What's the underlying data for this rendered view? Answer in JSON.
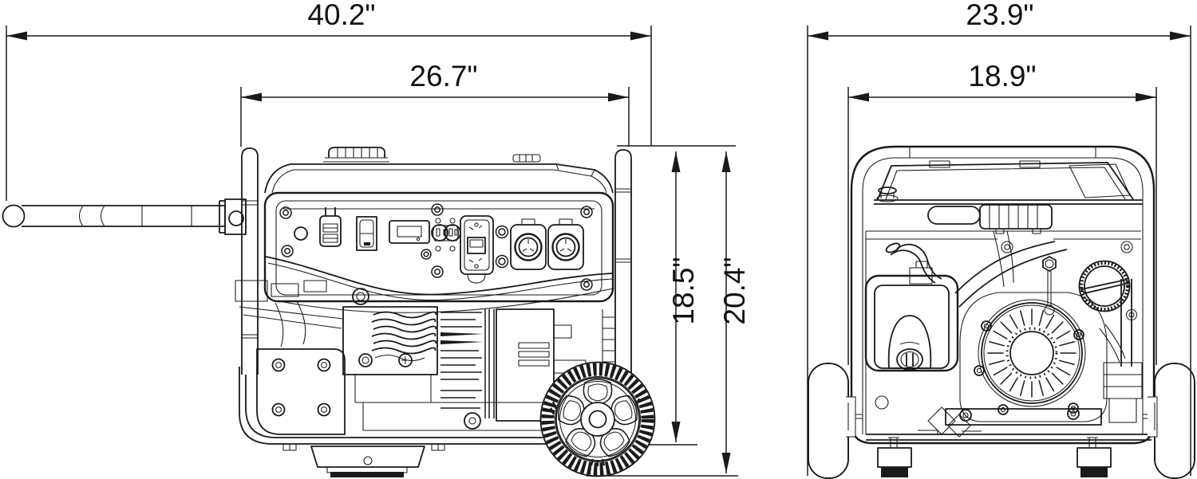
{
  "page": {
    "title": "Portable generator dimension drawing",
    "background": "#ffffff",
    "line_color": "#1a1a1a",
    "views": [
      "side-view",
      "rear-view"
    ]
  },
  "dimensions": {
    "overall_length": {
      "label": "40.2\"",
      "value_in": 40.2,
      "orientation": "horizontal",
      "view": "side"
    },
    "body_length": {
      "label": "26.7\"",
      "value_in": 26.7,
      "orientation": "horizontal",
      "view": "side"
    },
    "frame_height": {
      "label": "18.5\"",
      "value_in": 18.5,
      "orientation": "vertical",
      "view": "side"
    },
    "overall_height": {
      "label": "20.4\"",
      "value_in": 20.4,
      "orientation": "vertical",
      "view": "side"
    },
    "overall_width": {
      "label": "23.9\"",
      "value_in": 23.9,
      "orientation": "horizontal",
      "view": "rear"
    },
    "frame_width": {
      "label": "18.9\"",
      "value_in": 18.9,
      "orientation": "horizontal",
      "view": "rear"
    }
  }
}
